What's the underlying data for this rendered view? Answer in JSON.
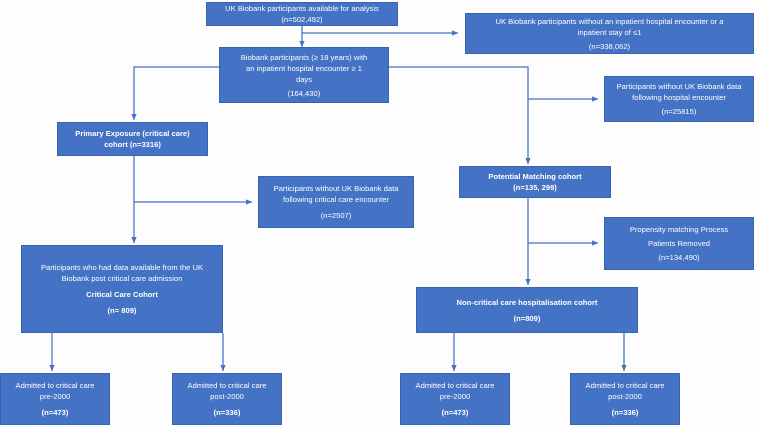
{
  "diagram": {
    "title": "UK Biobank critical care cohort selection flowchart",
    "accent_color": "#4472C4",
    "connector_color": "#4472C4",
    "text_color": "#FFFFFF",
    "background": "#FDFDFD"
  },
  "nodes": {
    "available": {
      "line1": "UK Biobank participants available for analysis",
      "line2": "(n=502,492)"
    },
    "excluded_no_inpatient": {
      "line1": "UK Biobank participants without an inpatient hospital encounter or a",
      "line2": "inpatient stay of  ≤1",
      "line3": "(n=338,062)"
    },
    "inpatient_cohort": {
      "line1": "Biobank participants (≥ 18 years) with",
      "line2": "an inpatient hospital encounter ≥ 1",
      "line3": "days",
      "line4": "(164,430)"
    },
    "no_biobank_data_hospital": {
      "line1": "Participants without UK Biobank data",
      "line2": "following hospital encounter",
      "line3": "(n=25815)"
    },
    "primary_exposure": {
      "line1": "Primary Exposure (critical care)",
      "line2": "cohort (n=3316)"
    },
    "no_biobank_data_critical": {
      "line1": "Participants without UK Biobank data",
      "line2": "following critical care encounter",
      "line3": "(n=2507)"
    },
    "potential_matching": {
      "line1": "Potential Matching cohort",
      "line2": "(n=135, 299)"
    },
    "propensity_removed": {
      "line1": "Propensity matching Process",
      "line2": "Patients Removed",
      "line3": "(n=134,490)"
    },
    "critical_care_cohort": {
      "line1": "Participants who had data available from the UK",
      "line2": "Biobank post critical care admission",
      "line3": "Critical Care Cohort",
      "line4": "(n= 809)"
    },
    "non_critical_cohort": {
      "line1": "Non-critical care hospitalisation cohort",
      "line2": "(n=809)"
    },
    "cc_pre2000": {
      "line1": "Admitted to critical care",
      "line2": "pre-2000",
      "line3": "(n=473)"
    },
    "cc_post2000": {
      "line1": "Admitted to critical care",
      "line2": "post-2000",
      "line3": "(n=336)"
    },
    "ncc_pre2000": {
      "line1": "Admitted to critical care",
      "line2": "pre-2000",
      "line3": "(n=473)"
    },
    "ncc_post2000": {
      "line1": "Admitted to critical care",
      "line2": "post-2000",
      "line3": "(n=336)"
    }
  }
}
